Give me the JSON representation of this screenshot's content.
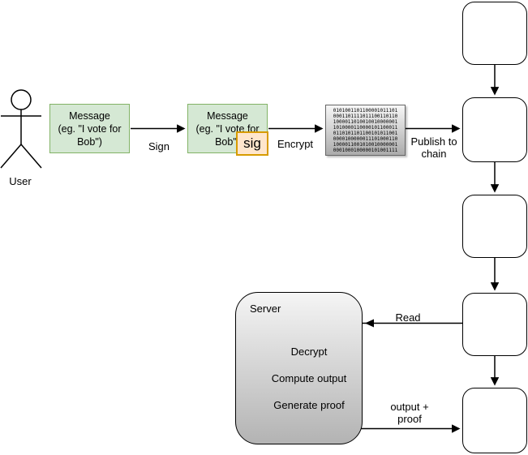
{
  "actor": {
    "label": "User"
  },
  "message_box_1": {
    "text": "Message\n(eg. \"I vote for\nBob\")"
  },
  "message_box_2": {
    "text": "Message\n(eg. \"I vote for\nBob\")"
  },
  "sig_badge": {
    "label": "sig"
  },
  "binary_box": {
    "lines": [
      "0101001101100001011101",
      "0001101111011100110110",
      "1000011010010010000001",
      "1010000110000101100011",
      "0110101101100101011001",
      "0000100000011101000110",
      "1000011001010010000001",
      "0001000100000101001111"
    ]
  },
  "arrow_labels": {
    "sign": "Sign",
    "encrypt": "Encrypt",
    "publish_to_chain": "Publish to chain",
    "read": "Read",
    "output_proof": "output + proof"
  },
  "server": {
    "title": "Server",
    "steps": [
      "Decrypt",
      "Compute output",
      "Generate proof"
    ]
  },
  "chain": {
    "block_count": 5
  },
  "colors": {
    "message_fill": "#d5e8d4",
    "message_stroke": "#82b366",
    "sig_fill": "#ffe6cc",
    "sig_stroke": "#d79b00",
    "binary_fill_top": "#f7f7f7",
    "binary_fill_bottom": "#ababab",
    "server_fill_top": "#f5f5f5",
    "server_fill_bottom": "#b3b3b3",
    "block_fill": "#ffffff",
    "stroke": "#000000"
  }
}
